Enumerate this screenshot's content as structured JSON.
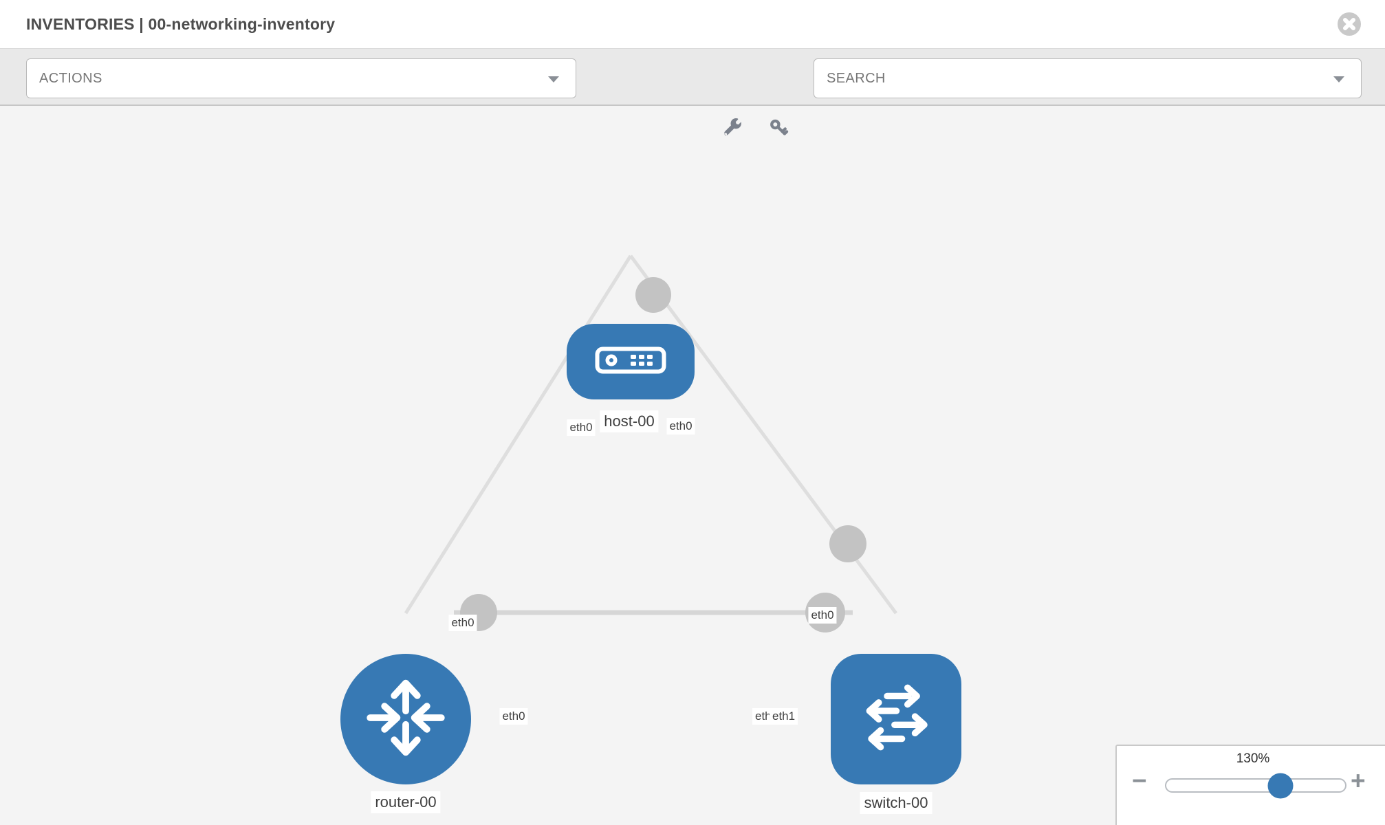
{
  "header": {
    "title": "INVENTORIES | 00-networking-inventory"
  },
  "toolbar": {
    "actions_label": "ACTIONS",
    "search_label": "SEARCH",
    "icons": [
      "wrench-icon",
      "key-icon"
    ]
  },
  "canvas": {
    "nodes": [
      {
        "label": "host-00",
        "type": "host",
        "icon": "host-icon"
      },
      {
        "label": "router-00",
        "type": "router",
        "icon": "router-icon"
      },
      {
        "label": "switch-00",
        "type": "switch",
        "icon": "switch-icon"
      }
    ],
    "links": [
      {
        "from": "host-00",
        "to": "router-00",
        "from_if": "eth0",
        "to_if": "eth0"
      },
      {
        "from": "host-00",
        "to": "switch-00",
        "from_if": "eth0",
        "to_if": "eth0"
      },
      {
        "from": "router-00",
        "to": "switch-00",
        "from_if": "eth0",
        "to_if": "eth1",
        "to_if_overlapped": "eth0"
      }
    ]
  },
  "zoom_control": {
    "value": "130%",
    "minus_label": "−",
    "plus_label": "+",
    "slider_percent": 64
  },
  "colors": {
    "node_blue": "#3779b4",
    "interface_gray": "#c3c3c3",
    "link_gray": "#dedede",
    "canvas_bg": "#f4f4f4",
    "toolbar_bg": "#e9e9e9",
    "close_gray": "#c9c9c9"
  }
}
